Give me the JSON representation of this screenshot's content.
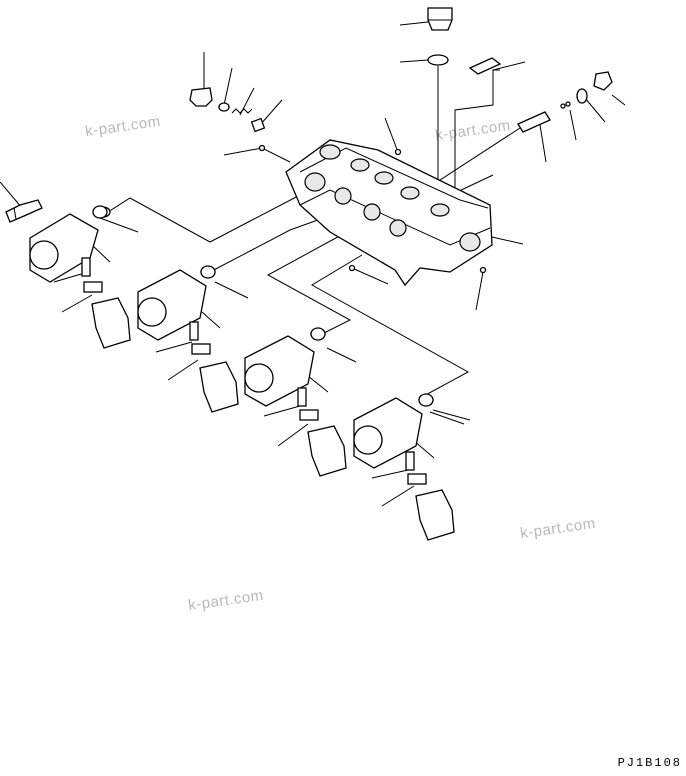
{
  "watermarks": [
    "k-part.com",
    "k-part.com",
    "k-part.com",
    "k-part.com"
  ],
  "drawing_code": "PJ1B108"
}
